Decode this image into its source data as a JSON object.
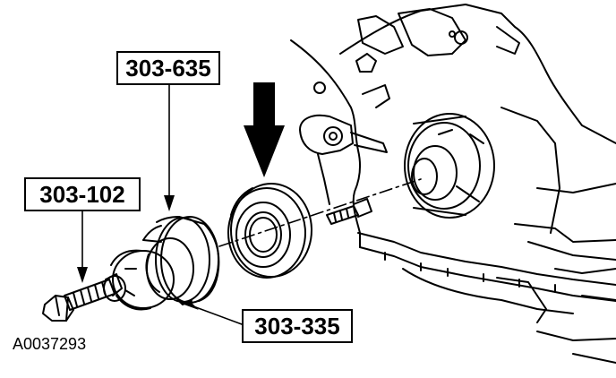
{
  "labels": {
    "tool_303_635": "303-635",
    "tool_303_102": "303-102",
    "tool_303_335": "303-335"
  },
  "figure_id": "A0037293",
  "colors": {
    "line": "#000000",
    "background": "#ffffff"
  }
}
